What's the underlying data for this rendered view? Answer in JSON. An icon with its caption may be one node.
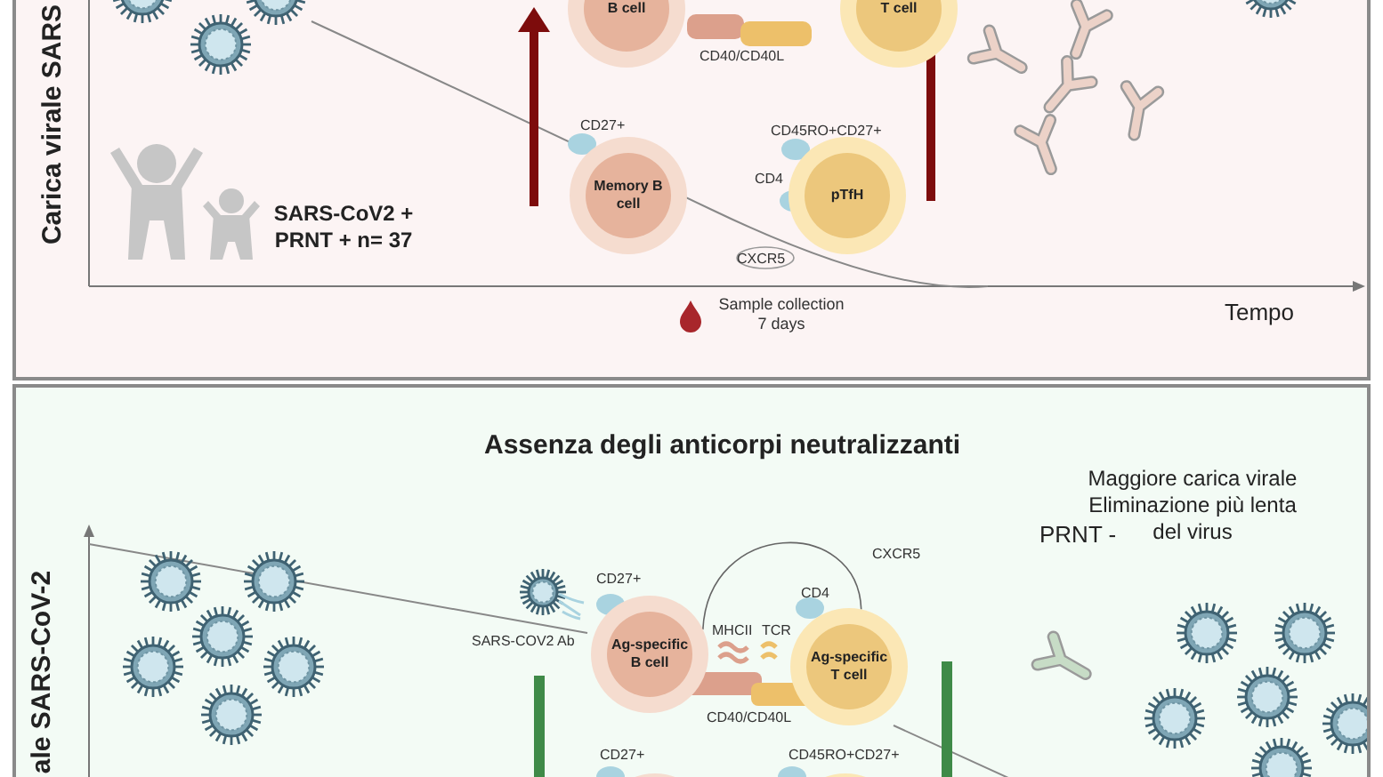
{
  "diagram": {
    "nodes": [
      {
        "text": [
          "Carica virale SARS",
          "SARS-CoV2 + PRNT + n= 37",
          "Sample collection 7 days",
          "Tempo"
        ]
      },
      {
        "text": [
          "B cell"
        ]
      },
      {
        "text": [
          "T cell"
        ]
      },
      {
        "text": [
          "Memory B cell"
        ],
        "in": 0,
        "beside": [
          "CD27+"
        ]
      },
      {
        "text": [
          "pTfH"
        ],
        "in": 0,
        "beside": [
          "CD45RO+CD27+",
          "CD4",
          "CXCR5"
        ]
      },
      {
        "text": [
          "Assenza degli anticorpi neutralizzanti",
          "ale SARS-CoV-2",
          "PRNT -",
          "Maggiore carica virale Eliminazione più lenta del virus"
        ]
      },
      {
        "text": [
          "Ag-specific B cell"
        ],
        "in": 5,
        "beside": [
          "CD27+",
          "MHCII"
        ]
      },
      {
        "text": [
          "Ag-specific T cell"
        ],
        "in": 5,
        "beside": [
          "CXCR5",
          "CD4",
          "TCR"
        ]
      },
      {
        "text": [],
        "shape": "circle",
        "beside": [
          "CD27+"
        ]
      },
      {
        "text": [],
        "shape": "circle",
        "beside": [
          "CD45RO+CD27+"
        ]
      }
    ],
    "edges": [
      {
        "from": 6,
        "to": 7,
        "arrow": "none"
      }
    ],
    "labels": [
      "CD40/CD40L",
      "CD40/CD40L",
      "SARS-COV2 Ab"
    ]
  }
}
